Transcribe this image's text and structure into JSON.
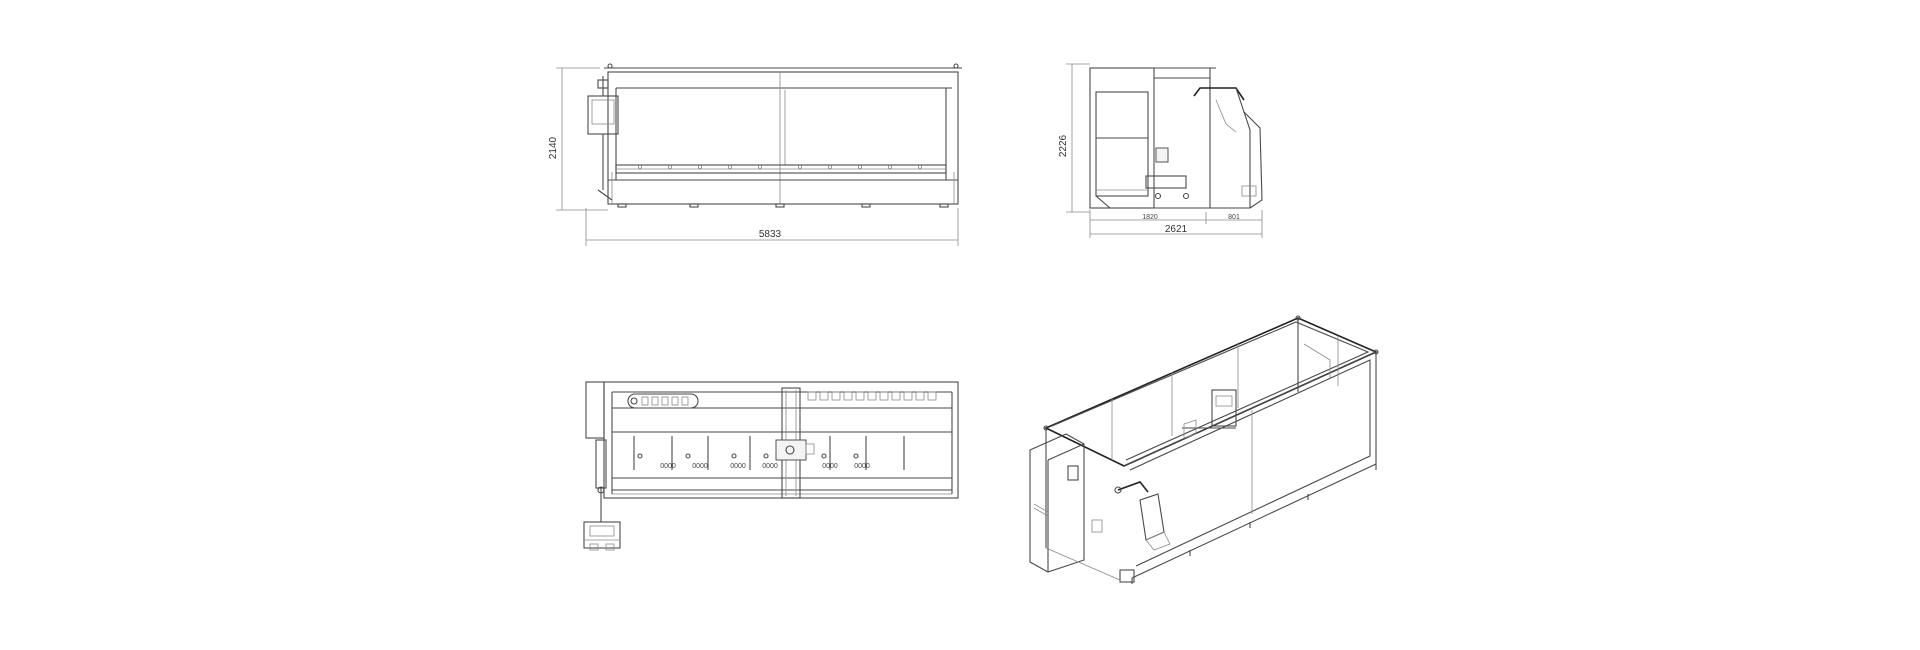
{
  "front_view": {
    "width_dim": "5833",
    "height_dim": "2140"
  },
  "side_view": {
    "depth_dim": "2621",
    "depth_dim_a": "1820",
    "depth_dim_b": "801",
    "height_dim": "2226"
  },
  "top_view": {
    "jaw_labels": [
      "0000",
      "0000",
      "0000",
      "0000",
      "0000",
      "0000"
    ]
  },
  "colors": {
    "line": "#4a4a4a",
    "background": "#ffffff"
  }
}
